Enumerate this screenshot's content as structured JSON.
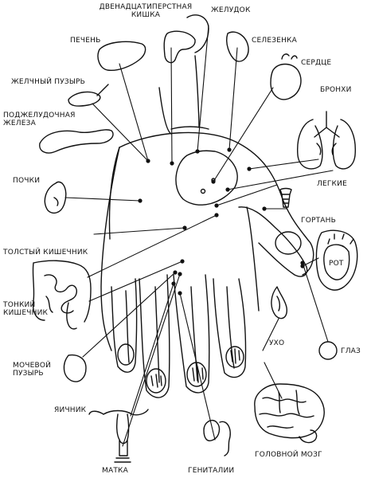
{
  "colors": {
    "ink": "#111111",
    "paper": "#ffffff"
  },
  "labels": {
    "duodenum": [
      "ДВЕНАДЦАТИПЕРСТНАЯ",
      "КИШКА"
    ],
    "stomach": "ЖЕЛУДОК",
    "liver": "ПЕЧЕНЬ",
    "spleen": "СЕЛЕЗЕНКА",
    "heart": "СЕРДЦЕ",
    "gallbladder": "ЖЕЛЧНЫЙ ПУЗЫРЬ",
    "bronchi": "БРОНХИ",
    "pancreas": [
      "ПОДЖЕЛУДОЧНАЯ",
      "ЖЕЛЕЗА"
    ],
    "kidneys": "ПОЧКИ",
    "lungs": "ЛЕГКИЕ",
    "larynx": "ГОРТАНЬ",
    "colon": "ТОЛСТЫЙ КИШЕЧНИК",
    "mouth": "РОТ",
    "small_intestine": [
      "ТОНКИЙ",
      "КИШЕЧНИК"
    ],
    "bladder": [
      "МОЧЕВОЙ",
      "ПУЗЫРЬ"
    ],
    "ear": "УХО",
    "eye": "ГЛАЗ",
    "ovary": "ЯИЧНИК",
    "uterus": "МАТКА",
    "genitals": "ГЕНИТАЛИИ",
    "brain": "ГОЛОВНОЙ МОЗГ"
  }
}
